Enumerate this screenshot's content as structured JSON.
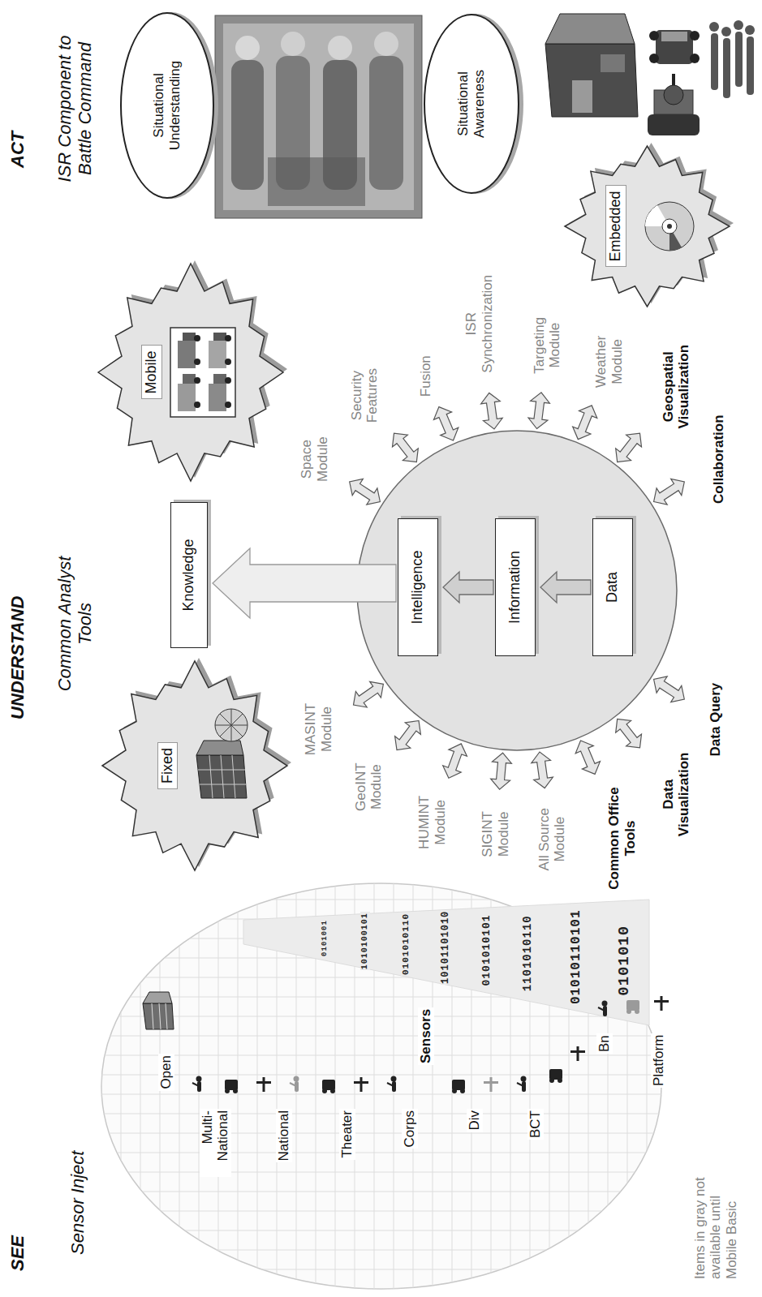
{
  "diagram": {
    "nodes": [
      {
        "text": [
          "Fixed"
        ]
      },
      {
        "text": [
          "Knowledge"
        ]
      },
      {
        "text": [
          "Intelligence"
        ]
      },
      {
        "text": [
          "Information"
        ]
      },
      {
        "text": [
          "Data"
        ]
      },
      {
        "text": [
          "Mobile"
        ]
      },
      {
        "text": [
          "Embedded"
        ]
      },
      {
        "text": [
          "Situational Understanding"
        ]
      },
      {
        "text": [
          "Situational Awareness"
        ]
      }
    ],
    "edges": [
      {
        "from": 4,
        "to": 3,
        "arrow": "to"
      },
      {
        "from": 3,
        "to": 2,
        "arrow": "to"
      },
      {
        "from": 2,
        "to": 1,
        "arrow": "to"
      }
    ],
    "labels": [
      "SEE",
      "Sensor Inject",
      "UNDERSTAND",
      "Common Analyst Tools",
      "ACT",
      "ISR Component to Battle Command",
      "Open",
      "Multi-National",
      "National",
      "Theater",
      "Corps",
      "Div",
      "BCT",
      "Bn",
      "Platform",
      "Sensors",
      "0101001",
      "1010100101",
      "0101010110",
      "10101101010",
      "0101010101",
      "1101010110",
      "01010110101",
      "0101010",
      "MASINT Module",
      "GeoINT Module",
      "HUMINT Module",
      "SIGINT Module",
      "All Source Module",
      "Common Office Tools",
      "Data Visualization",
      "Data Query",
      "Space Module",
      "Security Features",
      "Fusion",
      "ISR Synchronization",
      "Targeting Module",
      "Weather Module",
      "Geospatial Visualization",
      "Collaboration",
      "Items in gray not available until Mobile Basic"
    ]
  }
}
